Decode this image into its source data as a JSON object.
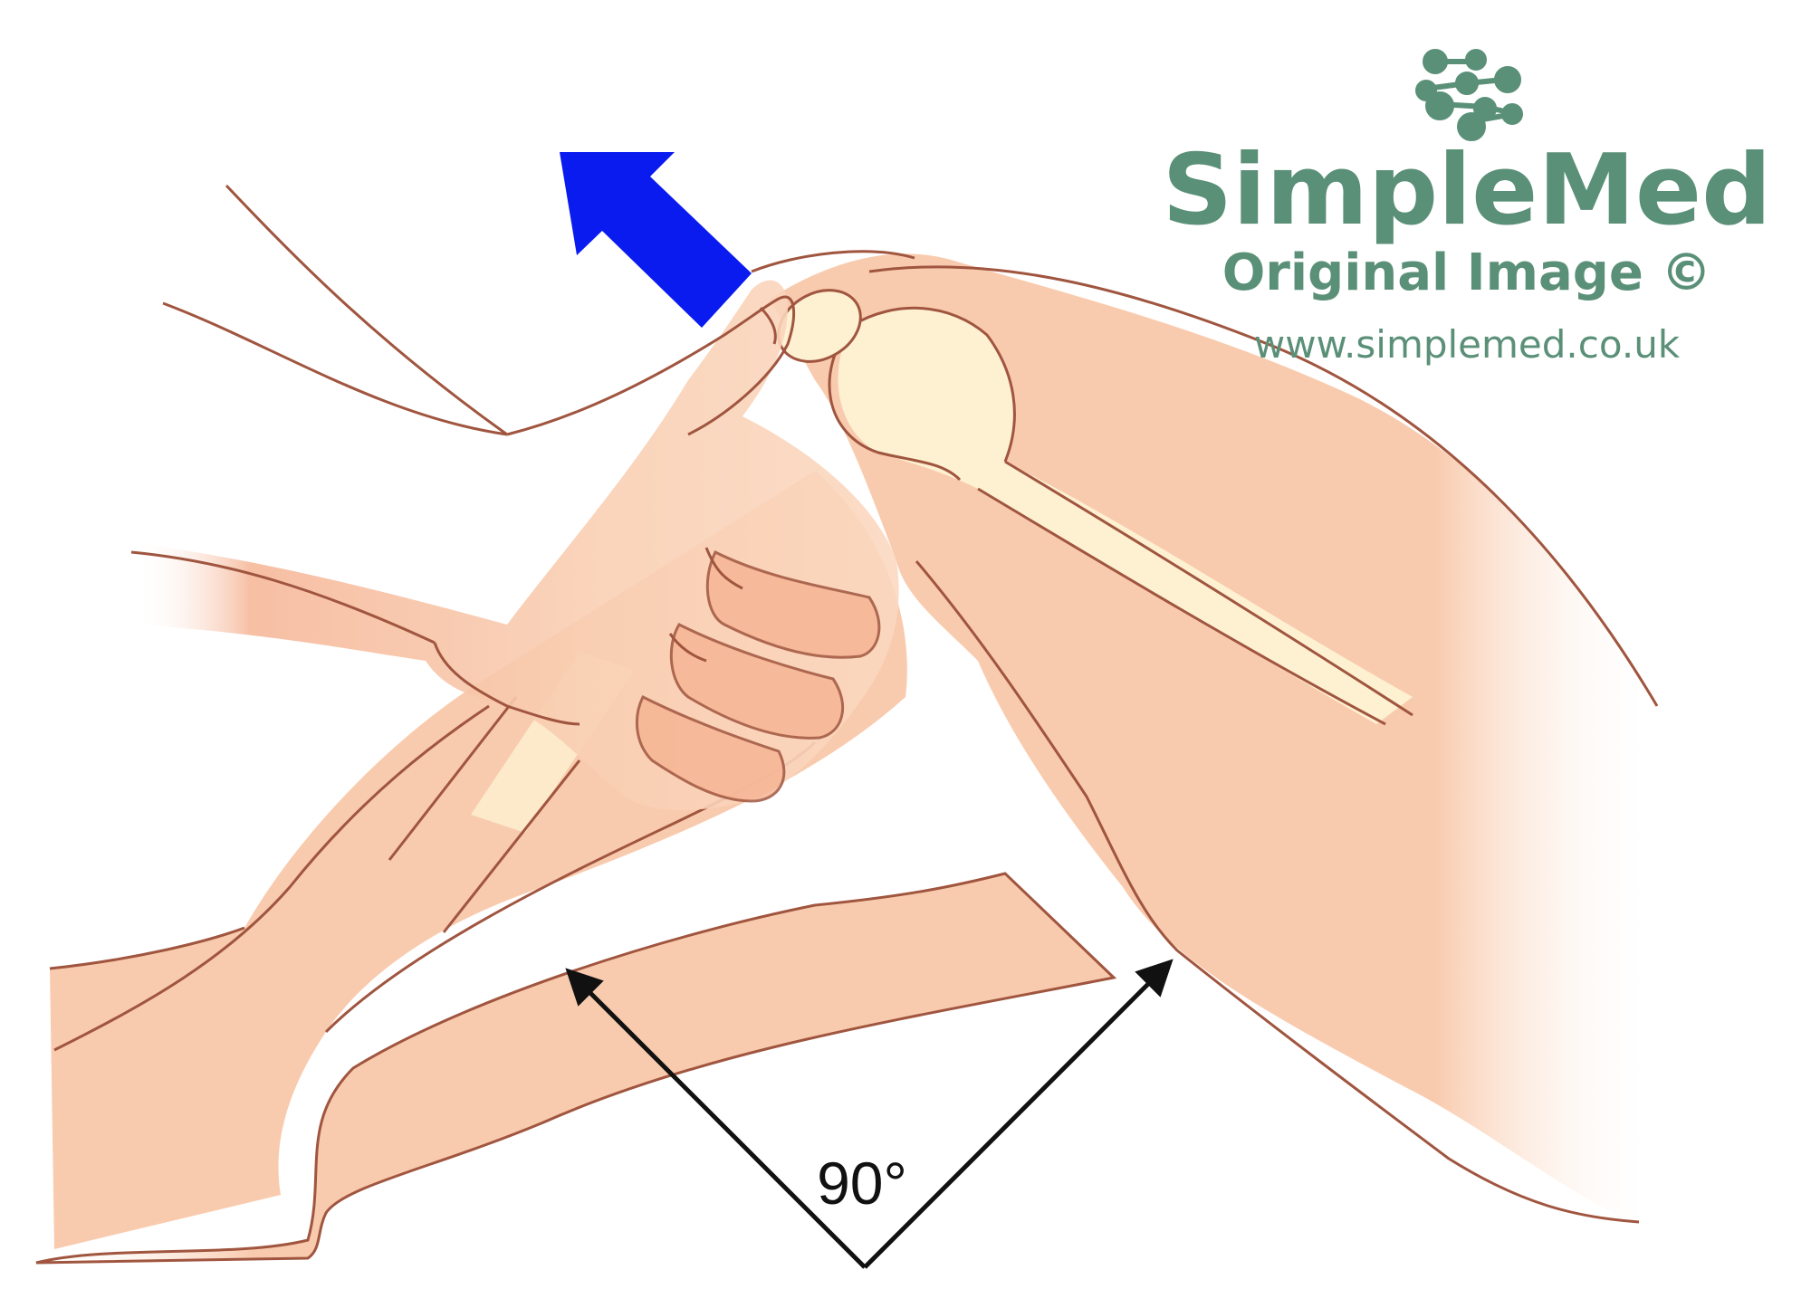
{
  "branding": {
    "name": "SimpleMed",
    "subtitle": "Original Image ©",
    "url": "www.simplemed.co.uk",
    "color": "#5b9078"
  },
  "annotations": {
    "angle_label": "90°",
    "pull_arrow_color": "#0a1bf0",
    "pull_arrow_direction": "up-left"
  },
  "colors": {
    "skin": "#f9c9a8",
    "skin_dark": "#f3a98a",
    "bone": "#fdf1d2",
    "outline": "#a0553f",
    "angle_arrows": "#111111"
  }
}
